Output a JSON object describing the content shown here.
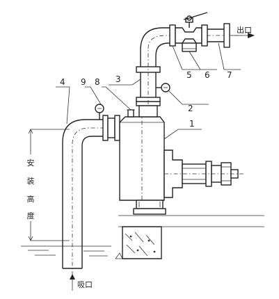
{
  "diagram": {
    "part_labels": [
      "1",
      "2",
      "3",
      "4",
      "5",
      "6",
      "7",
      "8",
      "9"
    ],
    "outlet_label": "出口",
    "inlet_label": "吸口",
    "height_label_chars": [
      "安",
      "装",
      "高",
      "度"
    ]
  }
}
